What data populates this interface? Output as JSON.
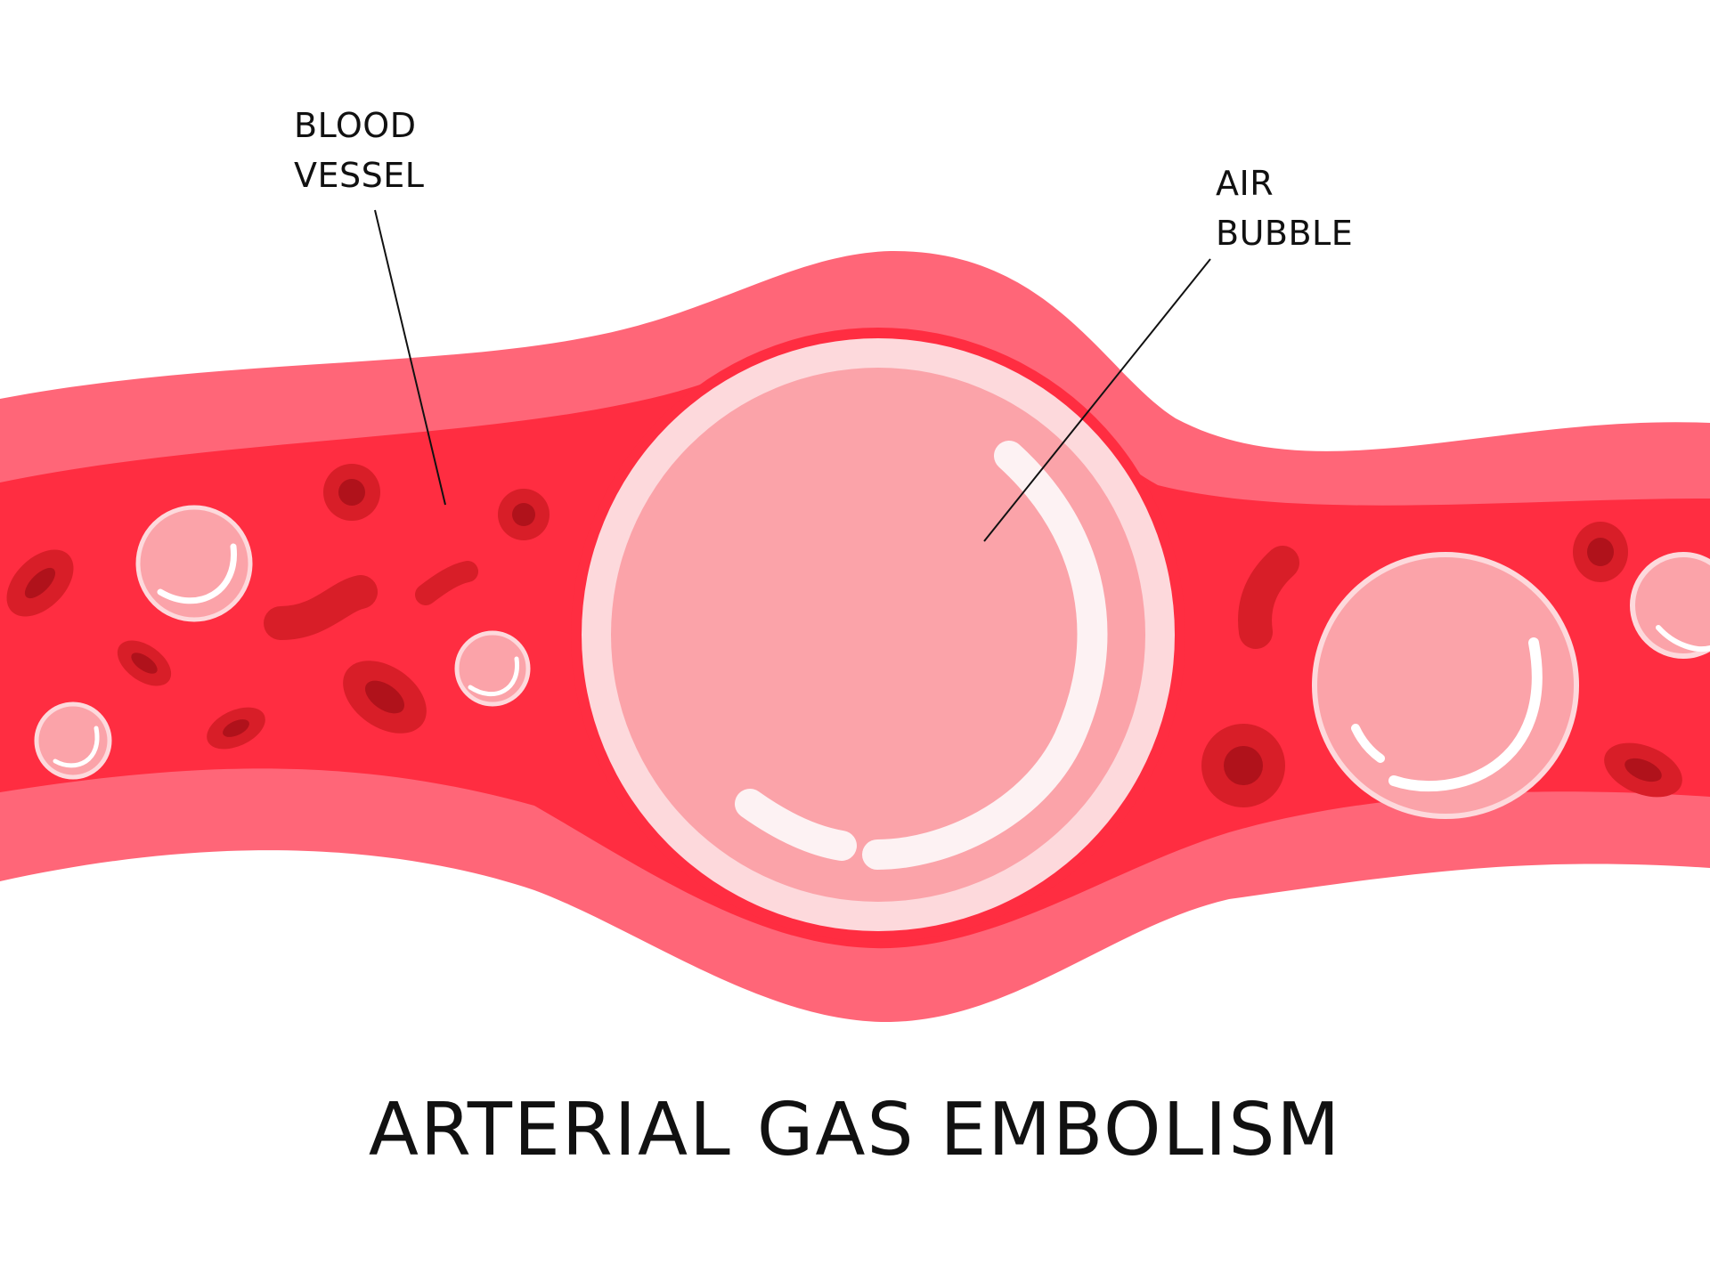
{
  "labels": {
    "blood_vessel": "BLOOD\nVESSEL",
    "air_bubble": "AIR\nBUBBLE"
  },
  "title": "ARTERIAL GAS EMBOLISM",
  "colors": {
    "vessel_wall": "#ff6678",
    "blood": "#ff2d41",
    "red_cell": "#d81e28",
    "red_cell_center": "#b0121b",
    "bubble_fill": "#fba3a9",
    "bubble_rim": "#fdd9dc",
    "highlight": "#ffffff",
    "text": "#111111"
  }
}
